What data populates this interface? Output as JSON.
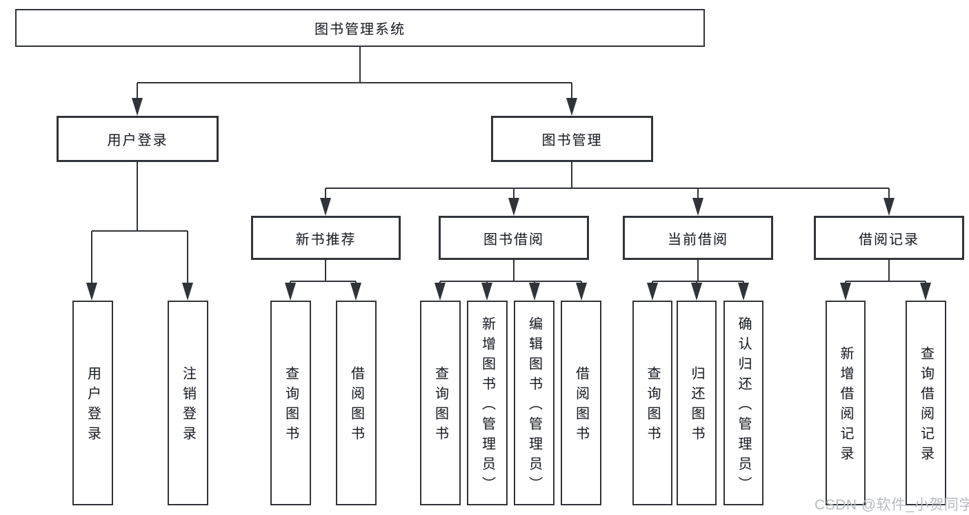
{
  "tree": {
    "root": "图书管理系统",
    "branches": [
      {
        "label": "用户登录",
        "children": [
          {
            "label": "用户登录"
          },
          {
            "label": "注销登录"
          }
        ]
      },
      {
        "label": "图书管理",
        "sections": [
          {
            "label": "新书推荐",
            "children": [
              {
                "label": "查询图书"
              },
              {
                "label": "借阅图书"
              }
            ]
          },
          {
            "label": "图书借阅",
            "children": [
              {
                "label": "查询图书"
              },
              {
                "label": "新增图书（管理员）"
              },
              {
                "label": "编辑图书（管理员）"
              },
              {
                "label": "借阅图书"
              }
            ]
          },
          {
            "label": "当前借阅",
            "children": [
              {
                "label": "查询图书"
              },
              {
                "label": "归还图书"
              },
              {
                "label": "确认归还（管理员）"
              }
            ]
          },
          {
            "label": "借阅记录",
            "children": [
              {
                "label": "新增借阅记录"
              },
              {
                "label": "查询借阅记录"
              }
            ]
          }
        ]
      }
    ]
  },
  "watermark": "CSDN @软件_小贺同学",
  "colors": {
    "line": "#303338",
    "text": "#1a1b1e",
    "watermark": "#b7bac0",
    "background": "#ffffff"
  }
}
